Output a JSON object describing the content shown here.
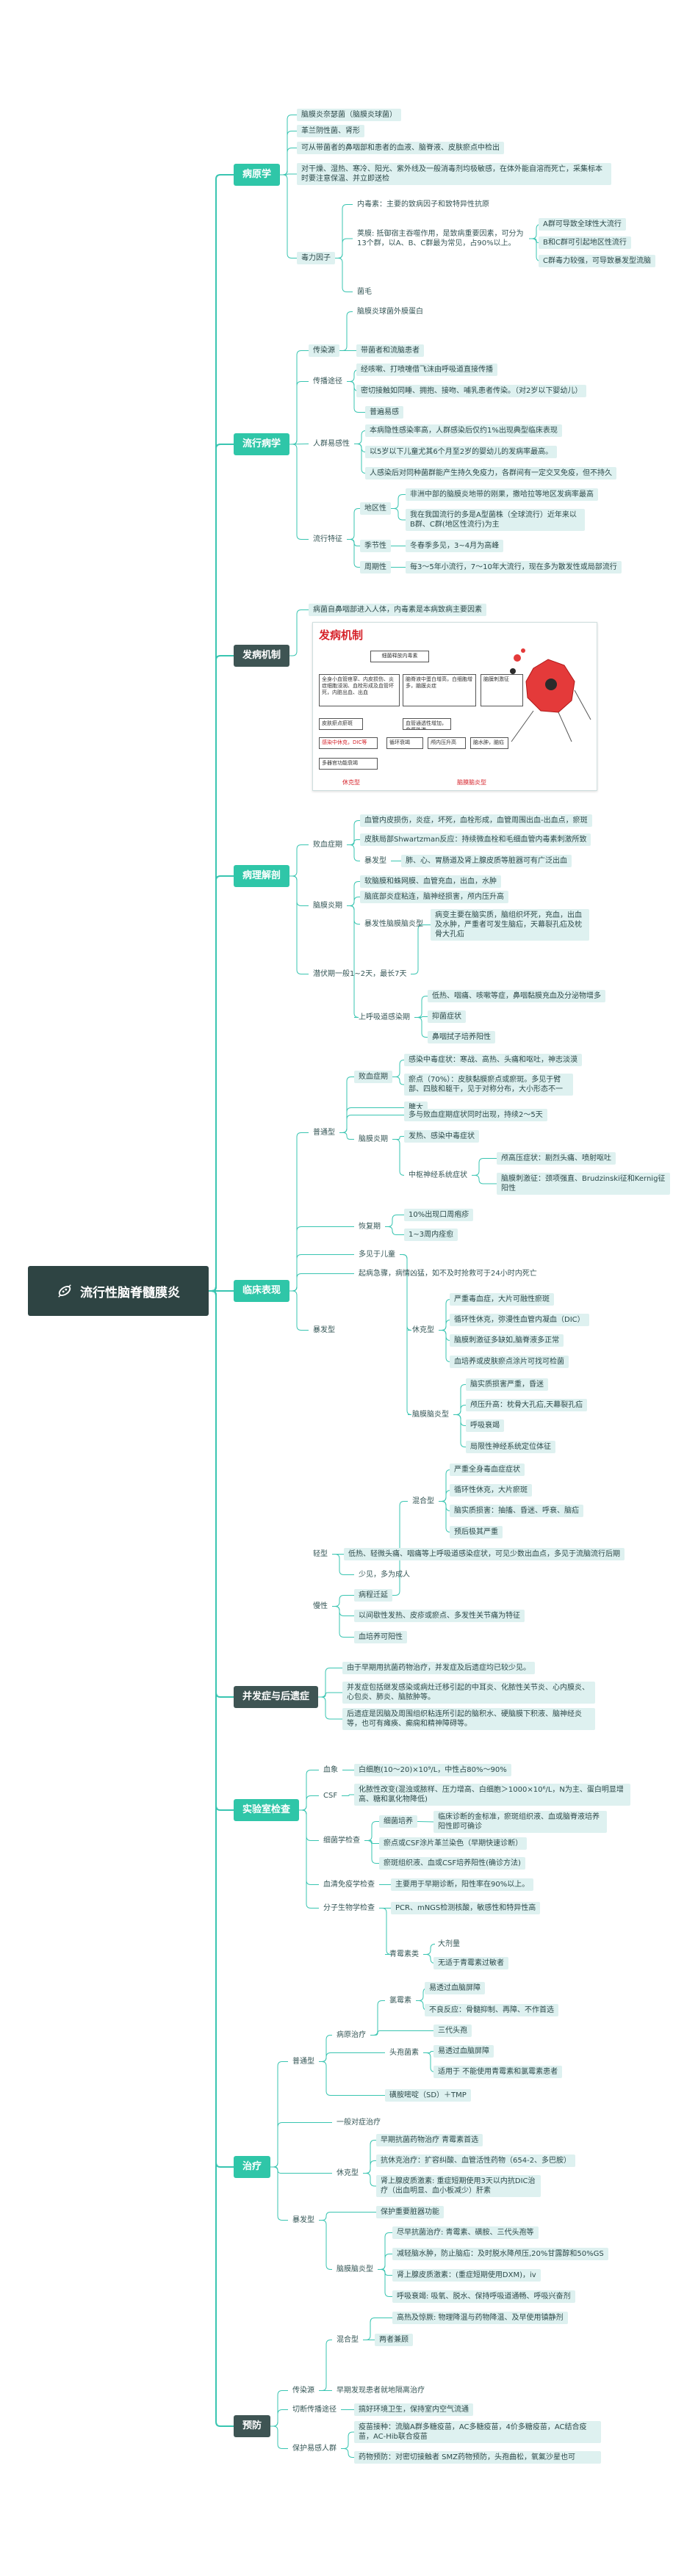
{
  "title": "流行性脑脊髓膜炎",
  "sections": {
    "bingyuanxue": "病原学",
    "liuxingbingxue": "流行病学",
    "fabingjizhi": "发病机制",
    "binglijiepou": "病理解剖",
    "linchuangbiaoxian": "临床表现",
    "bingfazheng": "并发症与后遗症",
    "shiyanshi": "实验室检查",
    "zhiliao": "治疗",
    "yufang": "预防"
  },
  "bingyuan": {
    "a": "脑膜炎奈瑟菌（脑膜炎球菌）",
    "b": "革兰阴性菌、肾形",
    "c": "可从带菌者的鼻咽部和患者的血液、脑脊液、皮肤瘀点中检出",
    "d": "对干燥、湿热、寒冷、阳光、紫外线及一般消毒剂均极敏感，在体外能自溶而死亡，采集标本时要注意保温、并立即送检",
    "dl": "毒力因子",
    "d1": "内毒素：主要的致病因子和致特异性抗原",
    "d2": "荚膜: 抵御宿主吞噬作用，是致病重要因素，可分为13个群，以A、B、C群最为常见，占90%以上。",
    "d2a": "A群可导致全球性大流行",
    "d2b": "B和C群可引起地区性流行",
    "d2c": "C群毒力较强，可导致暴发型流脑",
    "d3": "菌毛",
    "d4": "脑膜炎球菌外膜蛋白"
  },
  "liuxing": {
    "cy": "传染源",
    "cy1": "带菌者和流脑患者",
    "cb": "传播途径",
    "cb1": "经咳嗽、打喷嚏借飞沫由呼吸道直接传播",
    "cb2": "密切接触如同睡、拥抱、接吻、哺乳患者传染。（对2岁以下婴幼儿）",
    "rq": "人群易感性",
    "rq1": "普遍易感",
    "rq2": "本病隐性感染率高，人群感染后仅约1%出现典型临床表现",
    "rq3": "以5岁以下儿童尤其6个月至2岁的婴幼儿的发病率最高。",
    "rq4": "人感染后对同种菌群能产生持久免疫力，各群间有一定交叉免疫，但不持久",
    "lx": "流行特征",
    "dq": "地区性",
    "dq1": "非洲中部的脑膜炎地带的刚果，撒哈拉等地区发病率最高",
    "dq2": "我在我国流行的多是A型菌株（全球流行）近年来以B群、C群(地区性流行)为主",
    "jj": "季节性",
    "jj1": "冬春季多见，3~4月为高峰",
    "zq": "周期性",
    "zq1": "每3～5年小流行，7～10年大流行，现在多为散发性或局部流行"
  },
  "fabing": {
    "a": "病菌自鼻咽部进入人体，内毒素是本病致病主要因素",
    "img": {
      "title": "发病机制",
      "b1": "细菌释放内毒素",
      "b2": "全身小血管痉挛、内皮损伤、炎症细胞浸润、血栓形成及血管坏死，内脏出血、出血",
      "b3": "皮肤瘀点瘀斑",
      "b4": "感染中休克，DIC等",
      "b5": "多器官功能衰竭",
      "b6": "颅内压升高",
      "b7": "脑水肿，脑疝",
      "b8": "脑脊液中蛋白增高，白细胞增多，脑膜炎症",
      "b9": "血管通透性增加，血浆外渗",
      "b10": "循环衰竭",
      "b11": "脑膜刺激征",
      "f1": "休克型",
      "f2": "脑膜脑炎型"
    }
  },
  "bingli": {
    "bx": "败血症期",
    "bx1": "血管内皮损伤，炎症，坏死，血栓形成，血管周围出血-出血点，瘀斑",
    "bx2": "皮肤局部Shwartzman反应：持续微血栓和毛细血管内毒素刺激所致",
    "bx3": "暴发型",
    "bx3a": "肺、心、胃肠道及肾上腺皮质等脏器可有广泛出血",
    "nm": "脑膜炎期",
    "nm1": "软脑膜和蛛网膜、血管充血，出血，水肿",
    "nm2": "脑底部炎症粘连，脑神经损害，颅内压升高",
    "nm3": "暴发性脑膜脑炎型",
    "nm3a": "病变主要在脑实质，脑组织坏死，充血，出血及水肿，严重者可发生脑疝，天幕裂孔疝及枕骨大孔疝"
  },
  "linchuang": {
    "qf": "潜伏期一般1~2天，最长7天",
    "pt": "普通型",
    "sh": "上呼吸道感染期",
    "sh1": "低热、咽痛、咳嗽等症，鼻咽黏膜充血及分泌物增多",
    "sh2": "抑菌症状",
    "sh3": "鼻咽拭子培养阳性",
    "bx": "败血症期",
    "bx1": "感染中毒症状：寒战、高热、头痛和呕吐，神志淡漠",
    "bx2": "瘀点（70%）：皮肤黏膜瘀点或瘀斑。多见于臂部、四肢和躯干，见于对称分布，大小形态不一",
    "bx3": "脾大",
    "nmy": "脑膜炎期",
    "nmy1": "多与败血症期症状同时出现，持续2～5天",
    "nmy2": "发热、感染中毒症状",
    "nmy3": "中枢神经系统症状",
    "nmy3a": "颅高压症状：剧烈头痛、喷射呕吐",
    "nmy3b": "脑膜刺激征：颈项强直、Brudzinski征和Kernig征阳性",
    "hf": "恢复期",
    "hf1": "10%出现口周疱疹",
    "hf2": "1~3周内痊愈",
    "bf": "暴发型",
    "bf1": "多见于儿童",
    "bf2": "起病急骤，病情凶猛，如不及时抢救可于24小时内死亡",
    "xk": "休克型",
    "xk1": "严重毒血症，大片可融性瘀斑",
    "xk2": "循环性休克，弥漫性血管内凝血（DIC）",
    "xk3": "脑膜刺激征多缺如,脑脊液多正常",
    "xk4": "血培养或皮肤瘀点涂片可找可检菌",
    "nmnx": "脑膜脑炎型",
    "nm1": "脑实质损害严重，昏迷",
    "nm2": "颅压升高：枕骨大孔疝,天幕裂孔疝",
    "nm3": "呼吸衰竭",
    "nm4": "局限性神经系统定位体征",
    "hh": "混合型",
    "hh1": "严重全身毒血症症状",
    "hh2": "循环性休克，大片瘀斑",
    "hh3": "脑实质损害：抽搐、昏迷、呼衰、脑疝",
    "hh4": "预后极其严重",
    "ql": "轻型",
    "ql1": "低热、轻微头痛、咽痛等上呼吸道感染症状，可见少数出血点，多见于流脑流行后期",
    "mx": "慢性",
    "mx1": "少见，多为成人",
    "mx2": "病程迁延",
    "mx3": "以间歇性发热、皮疹或瘀点、多发性关节痛为特征",
    "mx4": "血培养可阳性"
  },
  "bingfa": {
    "a": "由于早期用抗菌药物治疗，并发症及后遗症均已较少见。",
    "b": "并发症包括继发感染或病灶迁移引起的中耳炎、化脓性关节炎、心内膜炎、心包炎、肺炎、脑脓肿等。",
    "c": "后遗症是因脑及周围组织粘连所引起的脑积水、硬脑膜下积液、脑神经炎等，也可有瘫痪、癫痫和精神障碍等。"
  },
  "shiyan": {
    "xx": "血象",
    "xx1": "白细胞(10～20)×10⁹/L，中性占80%～90%",
    "csf": "CSF",
    "csf1": "化脓性改变(混浊或脓样、压力增高、白细胞＞1000×10⁶/L，N为主、蛋白明显增高、糖和氯化物降低)",
    "xj": "细菌学检查",
    "xj1": "细菌培养",
    "xj1a": "临床诊断的金标准，瘀斑组织液、血或脑脊液培养阳性即可确诊",
    "xj2": "瘀点或CSF涂片革兰染色（早期快速诊断）",
    "xj3": "瘀斑组织液、血或CSF培养阳性(确诊方法)",
    "xq": "血清免疫学检查",
    "xq1": "主要用于早期诊断，阳性率在90%以上。",
    "fz": "分子生物学检查",
    "fz1": "PCR、mNGS检测核酸，敏感性和特异性高"
  },
  "zhiliao": {
    "pt": "普通型",
    "by": "病原治疗",
    "qm": "青霉素类",
    "qm1": "大剂量",
    "qm2": "无适于青霉素过敏者",
    "lm": "氯霉素",
    "lm1": "易透过血脑屏障",
    "lm2": "不良反应：骨髓抑制、再障、不作首选",
    "tb": "头孢菌素",
    "tb1": "三代头孢",
    "tb2": "易透过血脑屏障",
    "tb3": "适用于 不能使用青霉素和氯霉素患者",
    "hj": "磺胺嘧啶（SD）＋TMP",
    "yb": "一般对症治疗",
    "bf": "暴发型",
    "xk": "休克型",
    "xk1": "早期抗菌药物治疗 青霉素首选",
    "xk2": "抗休克治疗：扩容纠酸、血管活性药物（654-2、多巴胺）",
    "xk3": "肾上腺皮质激素: 重症短期使用3天以内抗DIC治疗（出血明显、血小板减少）肝素",
    "xk4": "保护重要脏器功能",
    "nm": "脑膜脑炎型",
    "nm1": "尽早抗菌治疗: 青霉素、磺胺、三代头孢等",
    "nm2": "减轻脑水肿，防止脑疝：及时脱水降颅压,20%甘露醇和50%GS",
    "nm3": "肾上腺皮质激素：(重症短期使用DXM)，iv",
    "nm4": "呼吸衰竭: 吸氧、脱水、保持呼吸道通畅、呼吸兴奋剂",
    "nm5": "高热及惊厥: 物理降温与药物降温、及早使用镇静剂",
    "hh": "混合型",
    "hh1": "两者兼顾"
  },
  "yufang": {
    "cy": "传染源",
    "cy1": "早期发现患者就地隔离治疗",
    "qd": "切断传播途径",
    "qd1": "搞好环境卫生，保持室内空气流通",
    "bh": "保护易感人群",
    "bh1": "疫苗接种：流脑A群多糖疫苗，AC多糖疫苗，4价多糖疫苗，AC结合疫苗，AC-Hib联合疫苗",
    "bh2": "药物预防：对密切接触者 SMZ药物预防，头孢曲松，氧氟沙星也可"
  }
}
